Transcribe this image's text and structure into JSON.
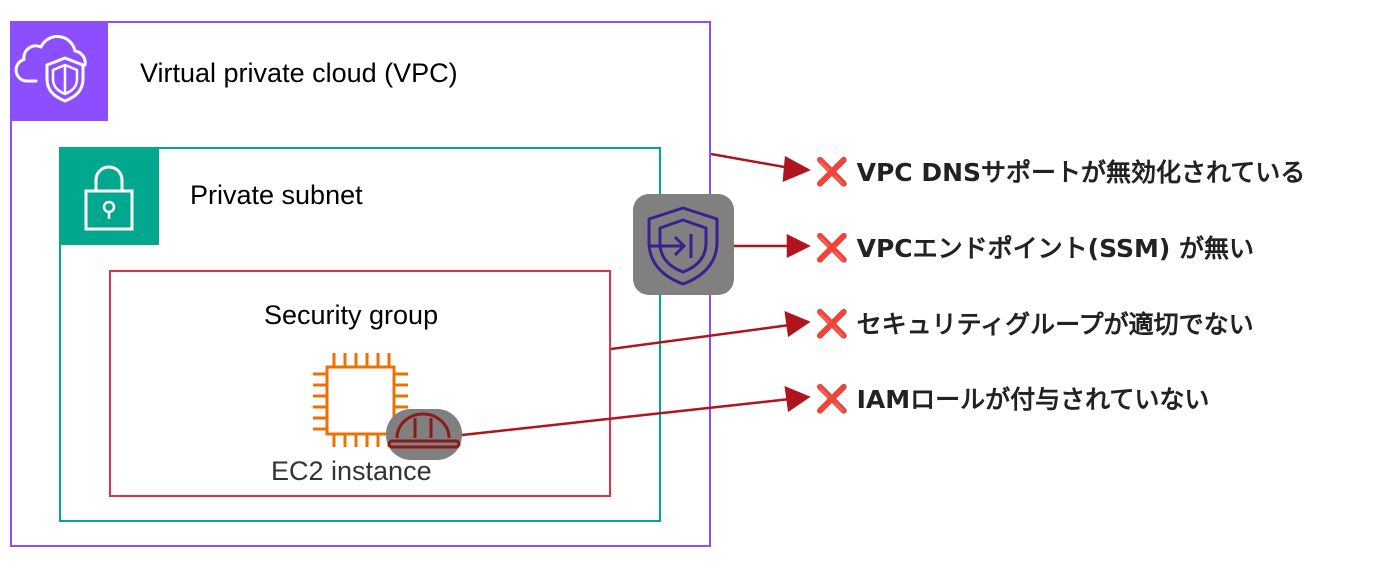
{
  "vpc": {
    "title": "Virtual private cloud (VPC)",
    "icon": "cloud-shield-icon",
    "color": "#8C4FFF"
  },
  "subnet": {
    "title": "Private subnet",
    "icon": "padlock-icon",
    "color": "#01A88D"
  },
  "security_group": {
    "title": "Security group",
    "color": "#DD344C"
  },
  "ec2": {
    "label": "EC2 instance",
    "icon": "chip-icon",
    "color": "#ED7100"
  },
  "vpc_endpoint": {
    "icon": "endpoint-shield-icon"
  },
  "iam_role": {
    "icon": "hard-hat-icon"
  },
  "issues": [
    {
      "mark": "❌",
      "text": "VPC DNSサポートが無効化されている"
    },
    {
      "mark": "❌",
      "text": "VPCエンドポイント(SSM) が無い"
    },
    {
      "mark": "❌",
      "text": "セキュリティグループが適切でない"
    },
    {
      "mark": "❌",
      "text": "IAMロールが付与されていない"
    }
  ],
  "arrow_color": "#B0141C"
}
